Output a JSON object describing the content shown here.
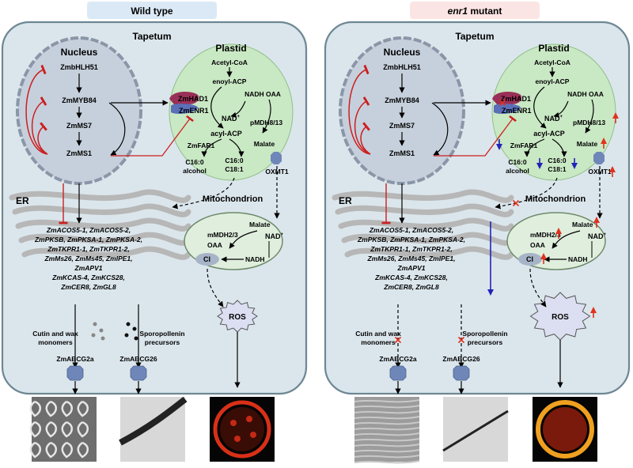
{
  "panels": {
    "left": {
      "header": "Wild type",
      "header_color": "#dbe9f6",
      "title": "Tapetum",
      "nucleus": {
        "title": "Nucleus",
        "genes": [
          "ZmbHLH51",
          "ZmMYB84",
          "ZmMS7",
          "ZmMS1"
        ]
      },
      "plastid": {
        "title": "Plastid",
        "acetyl": "Acetyl-CoA",
        "enoyl": "enoyl-ACP",
        "nadh_oaa": "NADH OAA",
        "had": "ZmHAD1",
        "enr": "ZmENR1",
        "nad": "NAD",
        "nad_sup": "+",
        "acyl": "acyl-ACP",
        "pmdh": "pMDH8/13",
        "far": "ZmFAR1",
        "malate": "Malate",
        "c16alc_1": "C16:0",
        "c16alc_2": "alcohol",
        "c16_0": "C16:0",
        "c18_1": "C18:1"
      },
      "oxmt": "OXMT1",
      "er": {
        "title": "ER",
        "genes": [
          "ZmACOS5-1, ZmACOS5-2,",
          "ZmPKSB, ZmPKSA-1, ZmPKSA-2,",
          "ZmTKPR1-1, ZmTKPR1-2,",
          "ZmMs26, ZmMs45, ZmIPE1,",
          "ZmAPV1",
          "ZmKCAS-4, ZmKCS28,",
          "ZmCER8, ZmGL8"
        ]
      },
      "mito": {
        "title": "Mitochondrion",
        "malate": "Malate",
        "mdh": "mMDH2/3",
        "nad": "NAD",
        "nad_sup": "+",
        "oaa": "OAA",
        "ci": "CI",
        "nadh": "NADH"
      },
      "ros": "ROS",
      "cutin_1": "Cutin and wax",
      "cutin_2": "monomers",
      "sporo_1": "Sporopollenin",
      "sporo_2": "precursors",
      "abcg2a": "ZmABCG2a",
      "abcg26": "ZmABCG26"
    },
    "right": {
      "header": "enr1",
      "header_suffix": " mutant",
      "header_color": "#fbe5e4",
      "title": "Tapetum",
      "nucleus": {
        "title": "Nucleus",
        "genes": [
          "ZmbHLH51",
          "ZmMYB84",
          "ZmMS7",
          "ZmMS1"
        ]
      },
      "plastid": {
        "title": "Plastid",
        "acetyl": "Acetyl-CoA",
        "enoyl": "enoyl-ACP",
        "nadh_oaa": "NADH OAA",
        "had": "ZmHAD1",
        "enr": "ZmENR1",
        "nad": "NAD",
        "nad_sup": "+",
        "acyl": "acyl-ACP",
        "pmdh": "pMDH8/13",
        "far": "ZmFAR1",
        "malate": "Malate",
        "c16alc_1": "C16:0",
        "c16alc_2": "alcohol",
        "c16_0": "C16:0",
        "c18_1": "C18:1"
      },
      "oxmt": "OXMT1",
      "er": {
        "title": "ER",
        "genes": [
          "ZmACOS5-1, ZmACOS5-2,",
          "ZmPKSB, ZmPKSA-1, ZmPKSA-2,",
          "ZmTKPR1-1, ZmTKPR1-2,",
          "ZmMs26, ZmMs45, ZmIPE1,",
          "ZmAPV1",
          "ZmKCAS-4, ZmKCS28,",
          "ZmCER8, ZmGL8"
        ]
      },
      "mito": {
        "title": "Mitochondrion",
        "malate": "Malate",
        "mdh": "mMDH2/3",
        "nad": "NAD",
        "nad_sup": "+",
        "oaa": "OAA",
        "ci": "CI",
        "nadh": "NADH"
      },
      "ros": "ROS",
      "cutin_1": "Cutin and wax",
      "cutin_2": "monomers",
      "sporo_1": "Sporopollenin",
      "sporo_2": "precursors",
      "abcg2a": "ZmABCG2a",
      "abcg26": "ZmABCG26"
    }
  },
  "colors": {
    "cell_fill": "#dbe6ec",
    "cell_stroke": "#6e8794",
    "nucleus_fill": "#c6d0dc",
    "plastid_fill": "#c9e8c4",
    "mito_fill": "#dfeedd",
    "inhibit": "#cc1f1f",
    "up_arrow": "#e0321e",
    "down_arrow": "#2323b8",
    "had": "#9a2f57",
    "enr": "#5a6fb8",
    "transporter": "#6f87b8",
    "ros_fill": "#dcdff2"
  },
  "icons": {
    "up": "up-arrow-icon",
    "down": "down-arrow-icon",
    "block": "x-mark-icon"
  }
}
